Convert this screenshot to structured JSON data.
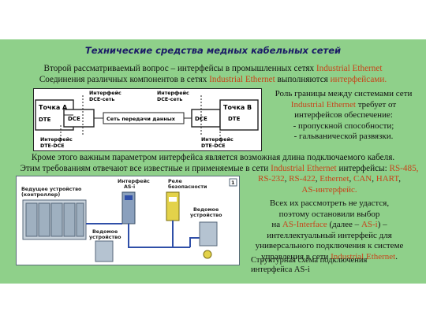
{
  "title": "Технические средства медных кабельных сетей",
  "intro": {
    "line1_a": "Второй рассматриваемый вопрос – интерфейсы в промышленных сетях ",
    "line1_b": "Industrial Ethernet",
    "line2_a": "Соединения различных компонентов в сетях ",
    "line2_b": "Industrial Ethernet",
    "line2_c": " выполняются ",
    "line2_d": "интерфейсами."
  },
  "diagram1": {
    "point_a": "Точка A",
    "dte_a": "DTE",
    "dce_a": "DCE",
    "iface_dce_a_1": "Интерфейс",
    "iface_dce_a_2": "DCE-сеть",
    "iface_dte_a_1": "Интерфейс",
    "iface_dte_a_2": "DTE-DCE",
    "network": "Сеть передачи данных",
    "iface_dce_b_1": "Интерфейс",
    "iface_dce_b_2": "DCE-сеть",
    "dce_b": "DCE",
    "point_b": "Точка B",
    "dte_b": "DTE",
    "iface_dte_b_1": "Интерфейс",
    "iface_dte_b_2": "DTE-DCE"
  },
  "right_text": {
    "l1": "Роль границы между системами сети",
    "l2": "Industrial Ethernet",
    "l2b": " требует от",
    "l3": "интерфейсов обеспечение:",
    "l4": "- пропускной способности;",
    "l5": "- гальванической развязки."
  },
  "mid_text": {
    "l1": "Кроме этого важным параметром интерфейса является возможная длина подключаемого кабеля.",
    "l2_a": "Этим требованиям отвечают все известные и применяемые в сети ",
    "l2_b": "Industrial Ethernet",
    "l2_c": " интерфейсы: ",
    "l2_d": "RS-485,"
  },
  "right2": {
    "l1_a": "RS-232",
    "l1_b": ", ",
    "l1_c": "RS-422",
    "l1_d": ", ",
    "l1_e": "Ethernet",
    "l1_f": ", ",
    "l1_g": "CAN",
    "l1_h": ", ",
    "l1_i": "HART",
    "l1_j": ",",
    "l2": "AS-интерфейс.",
    "l3": "Всех их рассмотреть не удастся,",
    "l4": "поэтому остановили выбор",
    "l5_a": "на ",
    "l5_b": "AS-Interface",
    "l5_c": " (далее – ",
    "l5_d": "AS-i",
    "l5_e": ") –",
    "l6": "интеллектуальный интерфейс для",
    "l7": "универсального подключения к системе",
    "l8_a": "управления в сети ",
    "l8_b": "Industrial Ethernet",
    "l8_c": "."
  },
  "diagram2": {
    "master_1": "Ведущее устройство",
    "master_2": "(контроллер)",
    "iface_1": "Интерфейс",
    "iface_2": "AS-i",
    "relay_1": "Реле",
    "relay_2": "безопасности",
    "slave_a_1": "Ведомое",
    "slave_a_2": "устройство",
    "slave_b_1": "Ведомое",
    "slave_b_2": "устройство",
    "num": "1"
  },
  "caption": {
    "l1": "Структурная схема подключения",
    "l2": "интерфейса AS-i"
  },
  "colors": {
    "panel": "#8fd08a",
    "highlight": "#c8431a",
    "title": "#1a1a66",
    "asi_blue": "#2f4fa8"
  }
}
